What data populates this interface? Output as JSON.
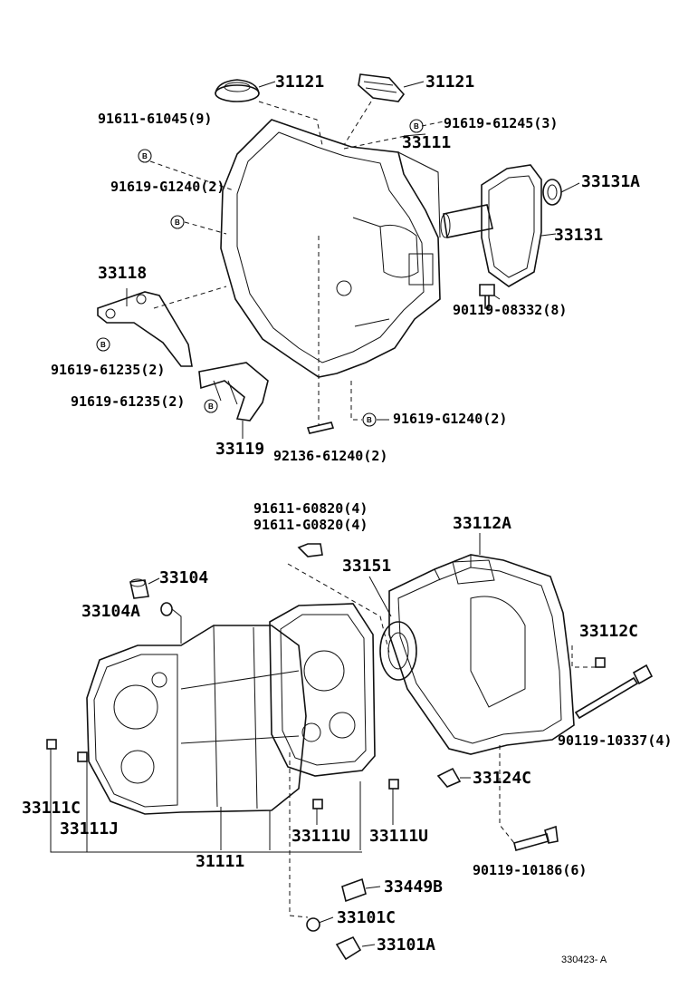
{
  "symbol": "B",
  "footer_code": "330423- A",
  "labels": {
    "l31121a": "31121",
    "l31121b": "31121",
    "l91611_61045": "91611-61045(9)",
    "l91619_61245": "91619-61245(3)",
    "l33111": "33111",
    "l91619_G1240a": "91619-G1240(2)",
    "l33131A": "33131A",
    "l33131": "33131",
    "l33118": "33118",
    "l90119_08332": "90119-08332(8)",
    "l91619_61235a": "91619-61235(2)",
    "l91619_61235b": "91619-61235(2)",
    "l91619_G1240b": "91619-G1240(2)",
    "l33119": "33119",
    "l92136_61240": "92136-61240(2)",
    "l91611_60820": "91611-60820(4)",
    "l91611_G0820": "91611-G0820(4)",
    "l33112A": "33112A",
    "l33151": "33151",
    "l33104": "33104",
    "l33104A": "33104A",
    "l33112C": "33112C",
    "l90119_10337": "90119-10337(4)",
    "l33124C": "33124C",
    "l33111C": "33111C",
    "l33111J": "33111J",
    "l33111Ua": "33111U",
    "l33111Ub": "33111U",
    "l31111": "31111",
    "l90119_10186": "90119-10186(6)",
    "l33449B": "33449B",
    "l33101C": "33101C",
    "l33101A": "33101A"
  }
}
